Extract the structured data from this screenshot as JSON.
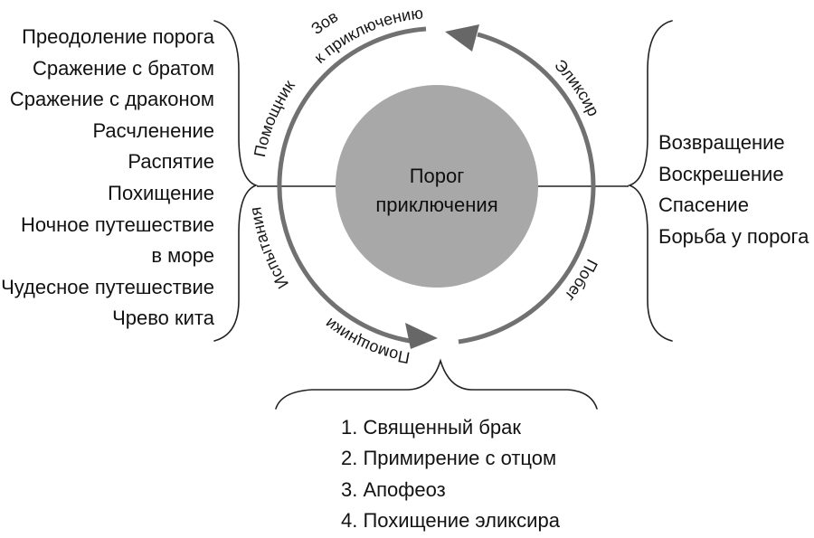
{
  "circle": {
    "line1": "Порог",
    "line2": "приключения"
  },
  "cycle": {
    "call_line1": "Зов",
    "call_line2": "к приключению",
    "helper": "Помощник",
    "trials": "Испытания",
    "helpers": "Помощники",
    "elixir": "Эликсир",
    "flight": "Побег"
  },
  "left_list": {
    "items": [
      "Преодоление порога",
      "Сражение с братом",
      "Сражение с драконом",
      "Расчленение",
      "Распятие",
      "Похищение",
      "Ночное путешествие",
      "в море",
      "Чудесное путешествие",
      "Чрево кита"
    ]
  },
  "right_list": {
    "items": [
      "Возвращение",
      "Воскрешение",
      "Спасение",
      "Борьба у порога"
    ]
  },
  "bottom_list": {
    "items": [
      "1. Священный брак",
      "2. Примирение с отцом",
      "3. Апофеоз",
      "4. Похищение эликсира"
    ]
  },
  "colors": {
    "circle_fill": "#a8a8a8",
    "arc_stroke": "#717171",
    "arrowhead_fill": "#676767",
    "brace_stroke": "#222222",
    "line_stroke": "#222222"
  }
}
